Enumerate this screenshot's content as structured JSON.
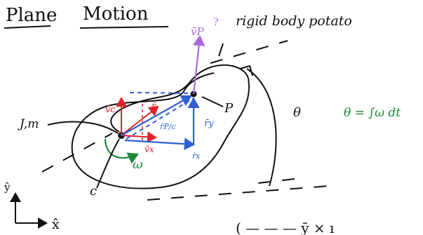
{
  "title": {
    "word1": "Plane",
    "word2": "Motion"
  },
  "labels": {
    "vp": "v̄P",
    "vp_q": "?",
    "rigid_body": "rigid body potato",
    "J_m": "J,m",
    "vc": "v̄c",
    "r_vec": "r̄",
    "r_pc": "r̄P/c",
    "vcx": "v̄x",
    "omega": "ω",
    "c": "c",
    "P": "P",
    "ry": "r̄y",
    "rx": "r̄x",
    "theta": "θ",
    "theta_eq": "θ = ∫ω dt",
    "y_axis": "ŷ",
    "x_axis": "x̂",
    "bottom_fragment": "( —    —    — ȳ × ı"
  },
  "colors": {
    "ink": "#111111",
    "red": "#e0222a",
    "blue": "#2f5fd0",
    "purple": "#a86bdb",
    "green": "#1d8a3a"
  }
}
